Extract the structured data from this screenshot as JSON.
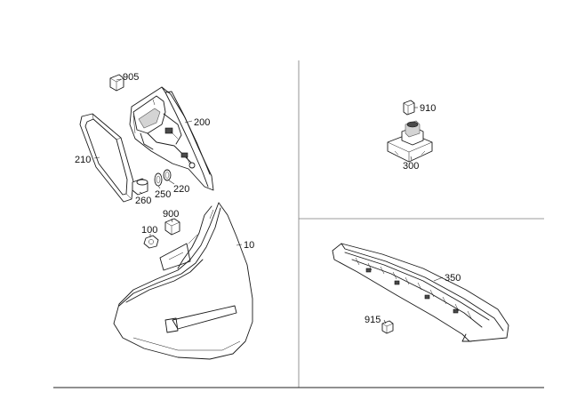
{
  "parts": {
    "p905": "905",
    "p200": "200",
    "p210": "210",
    "p260": "260",
    "p250": "250",
    "p220": "220",
    "p900": "900",
    "p100": "100",
    "p10": "10",
    "p910": "910",
    "p300": "300",
    "p350": "350",
    "p915": "915"
  }
}
